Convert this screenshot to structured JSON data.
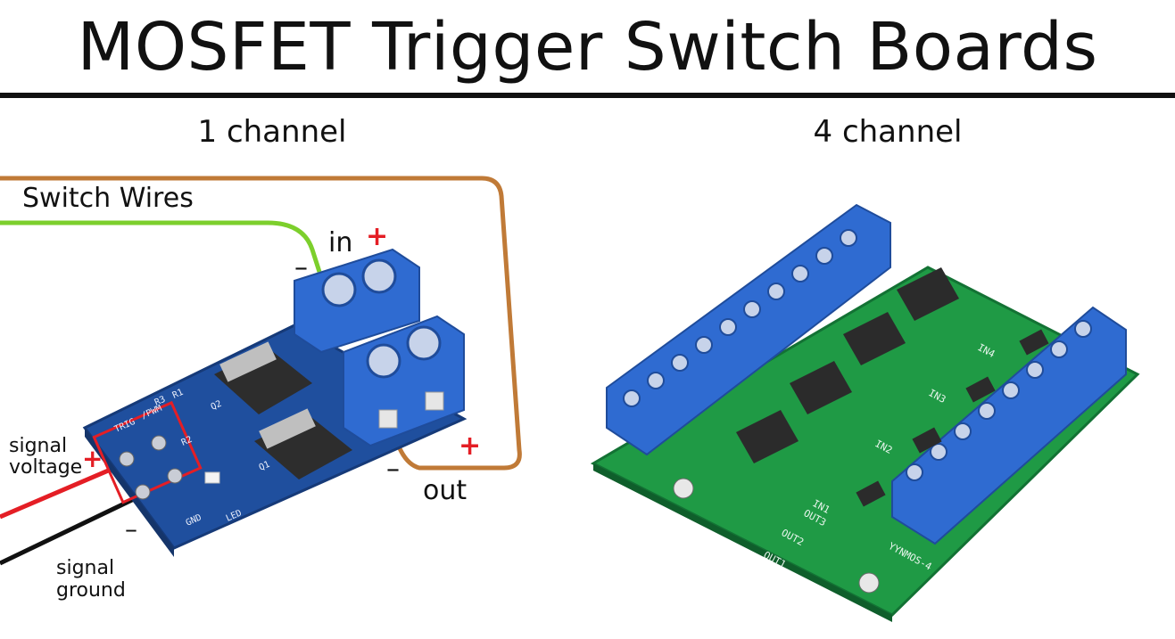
{
  "title": "MOSFET Trigger Switch Boards",
  "sections": {
    "one_channel": "1 channel",
    "four_channel": "4 channel"
  },
  "labels": {
    "switch_wires": "Switch Wires",
    "in": "in",
    "out": "out",
    "signal_voltage_line1": "signal",
    "signal_voltage_line2": "voltage",
    "signal_ground_line1": "signal",
    "signal_ground_line2": "ground",
    "plus": "+",
    "minus": "–"
  },
  "silkscreen": {
    "small_board": [
      "TRIG",
      "/PWM",
      "R3",
      "R1",
      "Q1",
      "Q2",
      "R2",
      "LED",
      "GND"
    ],
    "large_board": [
      "IN1",
      "IN2",
      "IN3",
      "IN4",
      "OUT1",
      "OUT2",
      "OUT3",
      "YYNMOS-4"
    ]
  },
  "colors": {
    "pcb_blue": "#1f4f9e",
    "pcb_green": "#1f9a45",
    "terminal_blue": "#2f6bd1",
    "wire_green": "#7ccf2c",
    "wire_brown": "#c07a37",
    "wire_red": "#e41e25",
    "wire_black": "#111111",
    "polarity_red": "#e41e25"
  }
}
